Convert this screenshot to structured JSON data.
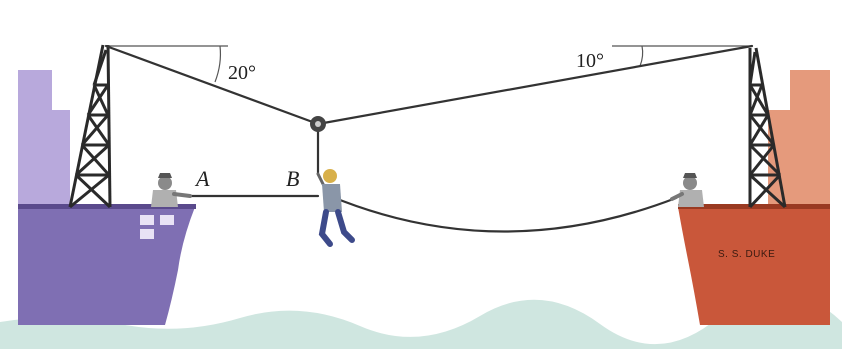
{
  "diagram": {
    "labels": {
      "angle_left": "20°",
      "angle_right": "10°",
      "point_a": "A",
      "point_b": "B",
      "ship_name": "S. S. DUKE"
    },
    "colors": {
      "left_ship": "#7f6fb3",
      "left_ship_light": "#b8a9dc",
      "right_ship": "#c9573a",
      "right_ship_light": "#e59a7c",
      "water": "#cfe6e0",
      "rope": "#333333",
      "tower": "#2a2a2a"
    }
  }
}
